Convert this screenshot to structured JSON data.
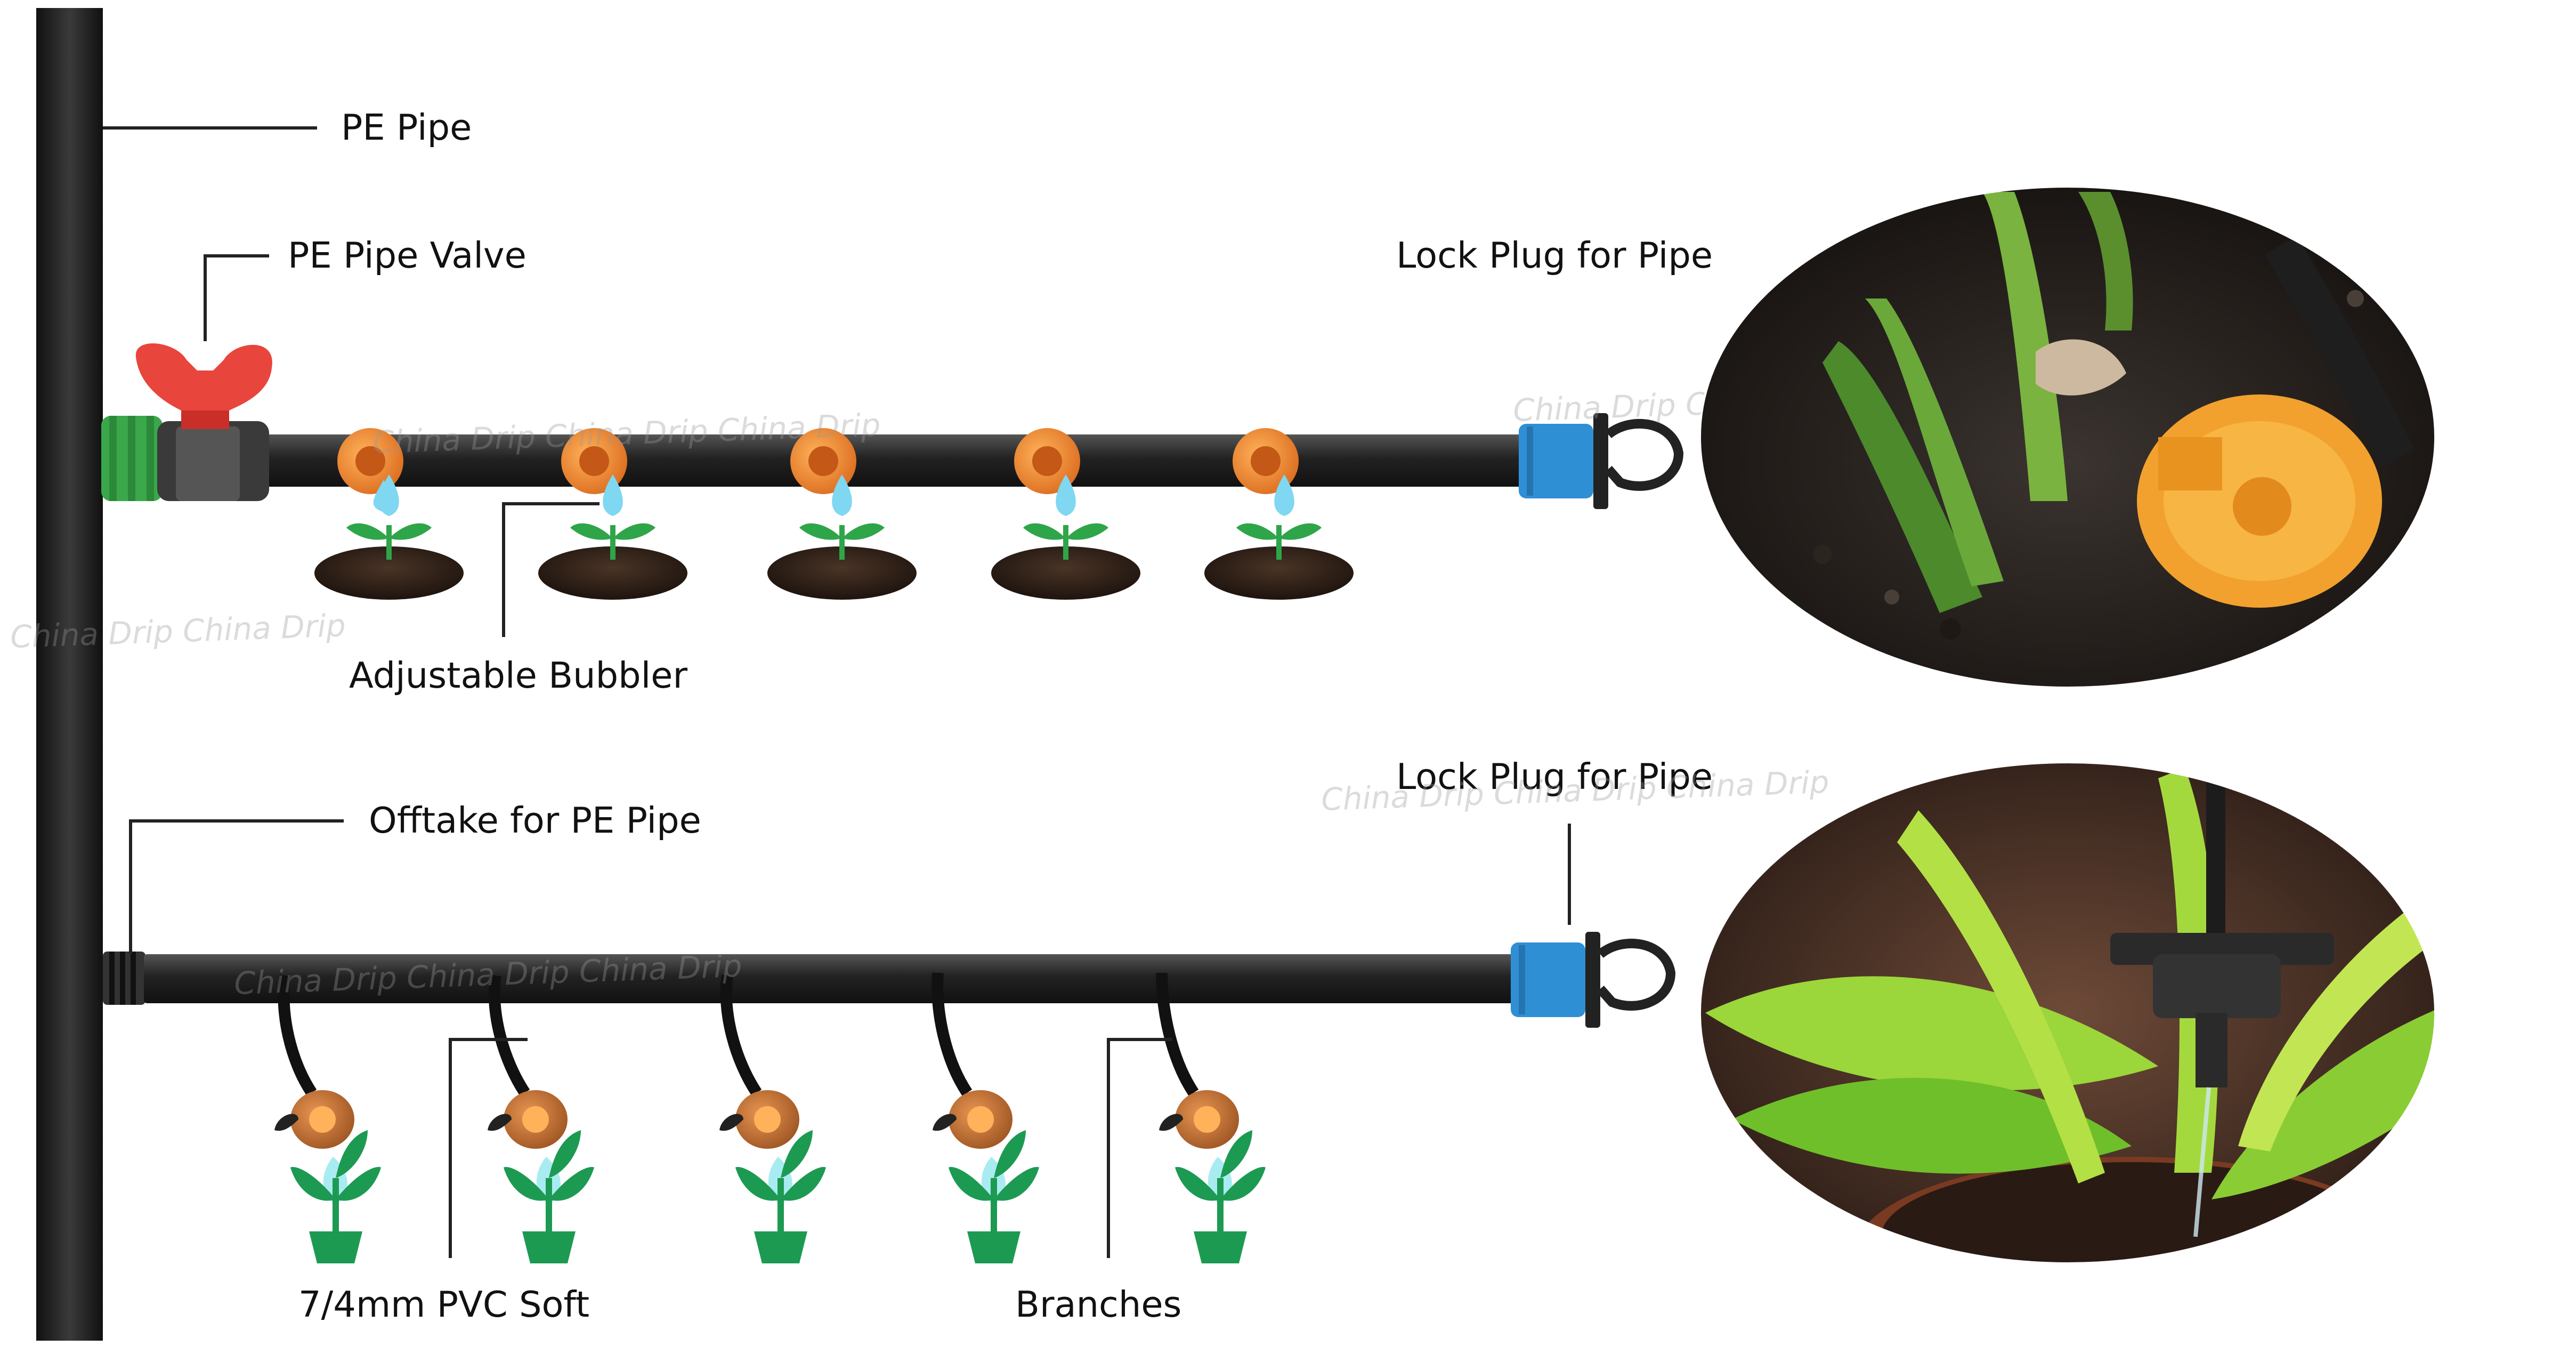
{
  "labels": {
    "pe_pipe": "PE Pipe",
    "pe_pipe_valve": "PE Pipe Valve",
    "lock_plug_top": "Lock Plug for Pipe",
    "adjustable_bubbler": "Adjustable Bubbler",
    "offtake": "Offtake for PE Pipe",
    "lock_plug_bottom": "Lock Plug for Pipe",
    "pvc_soft": "7/4mm PVC Soft",
    "branches": "Branches"
  },
  "watermarks": {
    "top_pipe": "China Drip China Drip China Drip",
    "left_pipe": "China Drip China Drip",
    "top_photo": "China Drip China Drip",
    "bottom_mid": "China Drip China Drip China Drip",
    "bottom_pipe": "China Drip China Drip China Drip"
  },
  "colors": {
    "pipe": "#2b2b2b",
    "valve": "#e8453c",
    "fitting_green": "#3aa84a",
    "plug_blue": "#2f8fd4",
    "bubbler_orange": "#e8822a",
    "dripper_orange": "#b86a2a",
    "water": "#7fd7f2",
    "plant_green": "#2fa54a",
    "soil": "#3a2a20"
  }
}
